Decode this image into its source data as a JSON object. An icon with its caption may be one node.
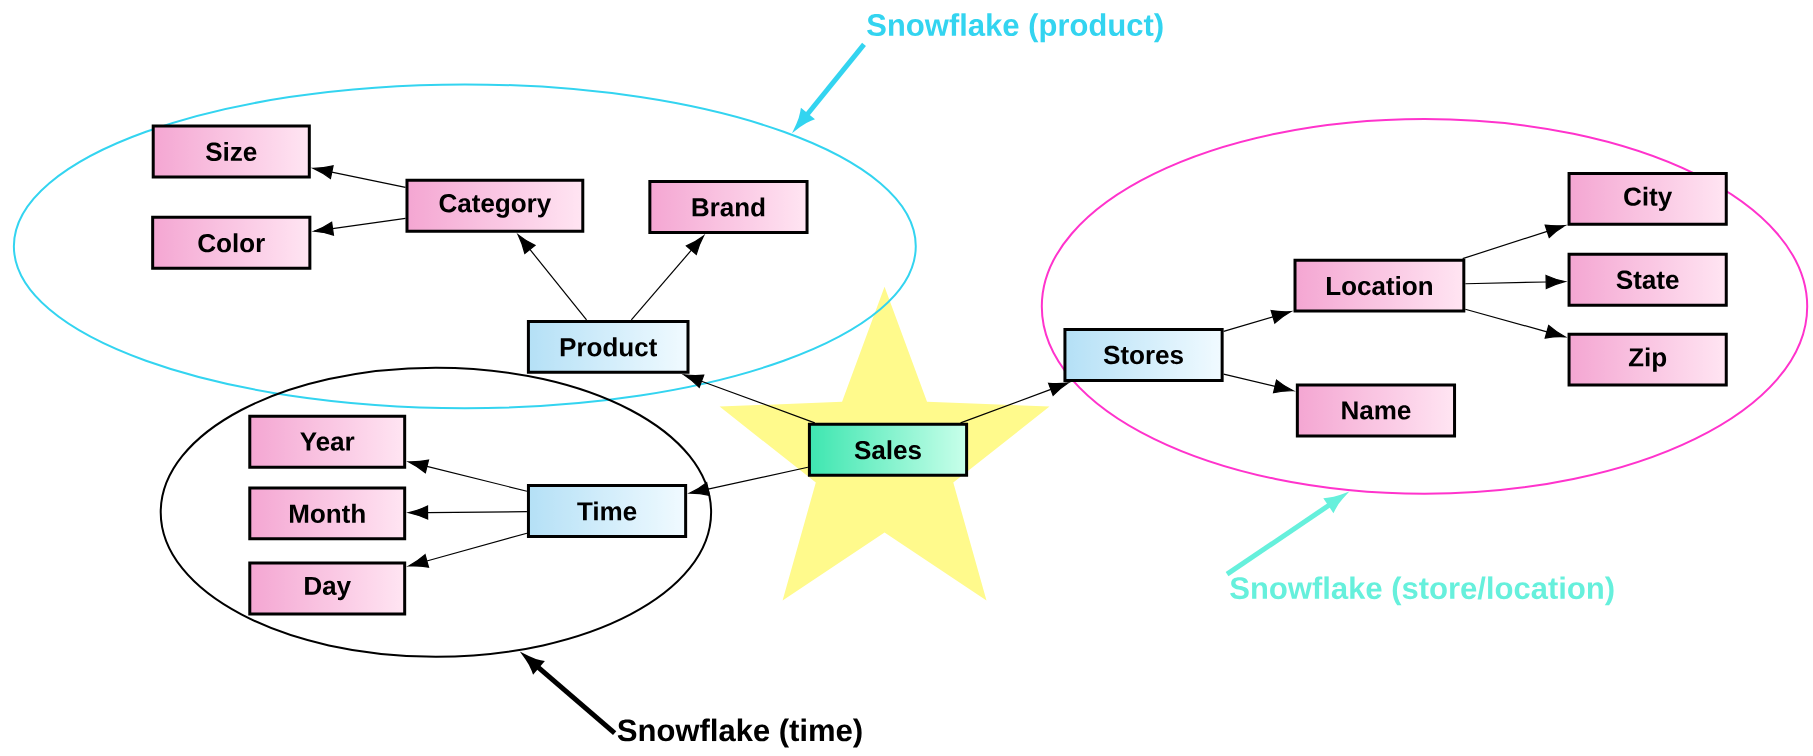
{
  "diagram": {
    "nodes": [
      {
        "text": [
          "Snowflake (product)"
        ]
      },
      {
        "text": [],
        "shape": "ellipse"
      },
      {
        "text": [
          "Size"
        ],
        "in": 1
      },
      {
        "text": [
          "Category"
        ],
        "in": 1
      },
      {
        "text": [
          "Brand"
        ],
        "in": 1
      },
      {
        "text": [
          "Color"
        ],
        "in": 1
      },
      {
        "text": [
          "Product"
        ],
        "in": 1
      },
      {
        "text": [],
        "shape": "ellipse"
      },
      {
        "text": [
          "City"
        ],
        "in": 7
      },
      {
        "text": [
          "Location"
        ],
        "in": 7
      },
      {
        "text": [
          "State"
        ],
        "in": 7
      },
      {
        "text": [
          "Stores"
        ],
        "in": 7
      },
      {
        "text": [
          "Zip"
        ],
        "in": 7
      },
      {
        "text": [
          "Name"
        ],
        "in": 7
      },
      {
        "text": [],
        "shape": "ellipse"
      },
      {
        "text": [
          "Year"
        ],
        "in": 14
      },
      {
        "text": [
          "Time"
        ],
        "in": 14
      },
      {
        "text": [
          "Month"
        ],
        "in": 14
      },
      {
        "text": [
          "Day"
        ],
        "in": 14
      },
      {
        "text": [],
        "shape": "star"
      },
      {
        "text": [
          "Sales"
        ],
        "in": 19
      },
      {
        "text": [
          "Snowflake (store/location)"
        ]
      },
      {
        "text": [
          "Snowflake (time)"
        ]
      }
    ],
    "edges": [
      {
        "from": 3,
        "to": 2,
        "arrow": "to"
      },
      {
        "from": 3,
        "to": 5,
        "arrow": "to"
      },
      {
        "from": 6,
        "to": 3,
        "arrow": "to"
      },
      {
        "from": 6,
        "to": 4,
        "arrow": "to"
      },
      {
        "from": 20,
        "to": 6,
        "arrow": "to"
      },
      {
        "from": 20,
        "to": 16,
        "arrow": "to"
      },
      {
        "from": 20,
        "to": 11,
        "arrow": "to"
      },
      {
        "from": 11,
        "to": 9,
        "arrow": "to"
      },
      {
        "from": 11,
        "to": 13,
        "arrow": "to"
      },
      {
        "from": 9,
        "to": 8,
        "arrow": "to"
      },
      {
        "from": 9,
        "to": 10,
        "arrow": "to"
      },
      {
        "from": 9,
        "to": 12,
        "arrow": "to"
      },
      {
        "from": 16,
        "to": 15,
        "arrow": "to"
      },
      {
        "from": 16,
        "to": 17,
        "arrow": "to"
      },
      {
        "from": 16,
        "to": 18,
        "arrow": "to"
      },
      {
        "from": 0,
        "to": 1,
        "arrow": "to",
        "style": "thick",
        "color": "#33d4f0"
      },
      {
        "from": 21,
        "to": 7,
        "arrow": "to",
        "style": "thick",
        "color": "#66f0dc"
      },
      {
        "from": 22,
        "to": 14,
        "arrow": "to",
        "style": "thick"
      }
    ]
  }
}
